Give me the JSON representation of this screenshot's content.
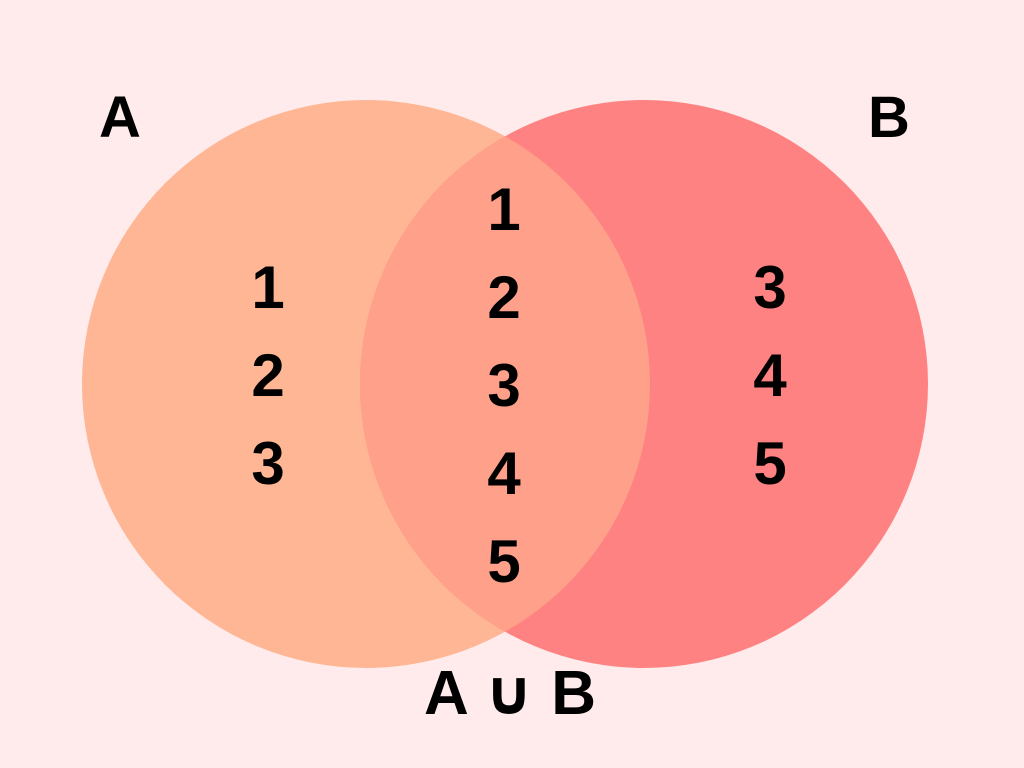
{
  "diagram": {
    "type": "venn",
    "caption": "A ∪ B",
    "colors": {
      "background": "#ffebeb",
      "set_a_fill": "#ffb695",
      "set_b_fill": "#ff8282",
      "overlap_fill": "#ffa08a",
      "text": "#000000"
    },
    "sets": {
      "a": {
        "label": "A",
        "elements": [
          "1",
          "2",
          "3"
        ]
      },
      "b": {
        "label": "B",
        "elements": [
          "3",
          "4",
          "5"
        ]
      }
    },
    "union": {
      "elements": [
        "1",
        "2",
        "3",
        "4",
        "5"
      ]
    }
  }
}
